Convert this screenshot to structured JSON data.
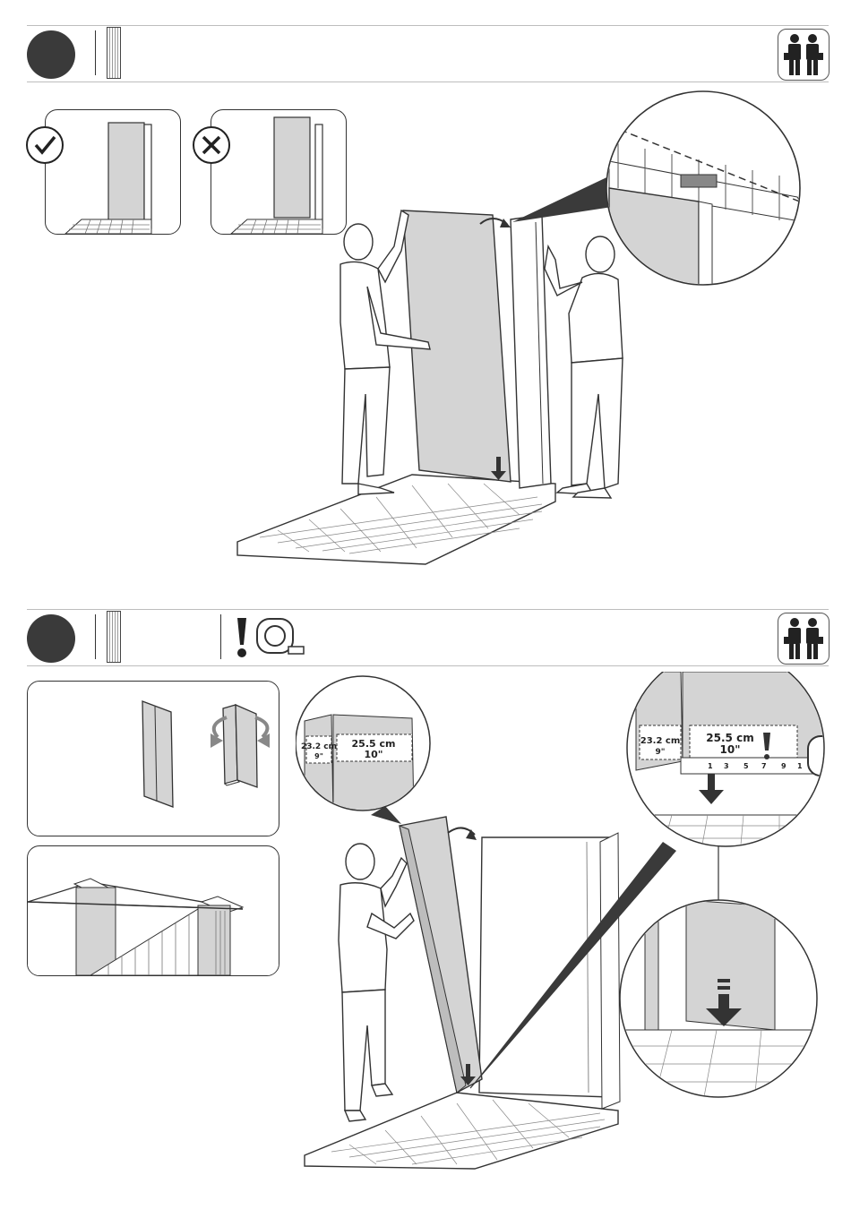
{
  "steps": [
    {
      "icons": [
        "panel-thumb-icon",
        "two-people-icon"
      ]
    },
    {
      "icons": [
        "panel-thumb-icon",
        "exclamation-icon",
        "tape-measure-icon",
        "two-people-icon"
      ],
      "measure_left": {
        "cm": "23.2 cm",
        "in": "9\""
      },
      "measure_right": {
        "cm": "25.5 cm",
        "in": "10\""
      },
      "tape_ticks": [
        "1",
        "3",
        "5",
        "7",
        "9",
        "1"
      ]
    }
  ],
  "colors": {
    "dark": "#3a3a3a",
    "panel_gray": "#d4d4d4",
    "line": "#333333"
  }
}
